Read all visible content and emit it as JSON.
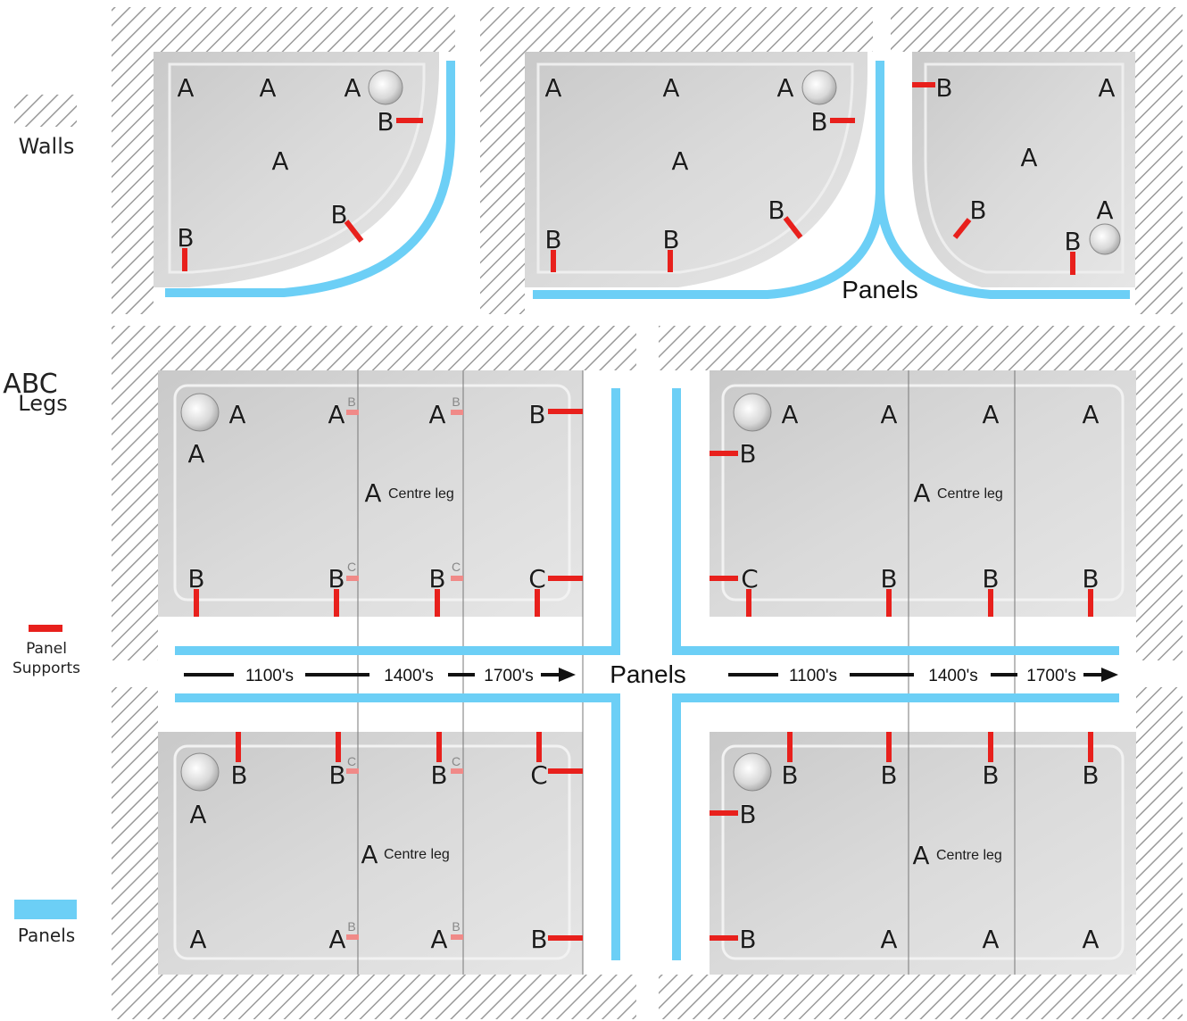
{
  "legend": {
    "walls_label": "Walls",
    "legs_title": "ABC",
    "legs_subtitle": "Legs",
    "panel_supports_line1": "Panel",
    "panel_supports_line2": "Supports",
    "panels_label": "Panels"
  },
  "labels": {
    "panels_top": "Panels",
    "panels_middle": "Panels",
    "centre_leg": "Centre leg",
    "size_1100": "1100's",
    "size_1400": "1400's",
    "size_1700": "1700's"
  },
  "colors": {
    "panel": "#6ccff6",
    "support": "#e8201c",
    "support_light": "#f08a88",
    "tray": "#d4d4d4",
    "hatch": "#9a9a9a"
  },
  "legs": {
    "a": "A",
    "b": "B",
    "c": "C"
  }
}
